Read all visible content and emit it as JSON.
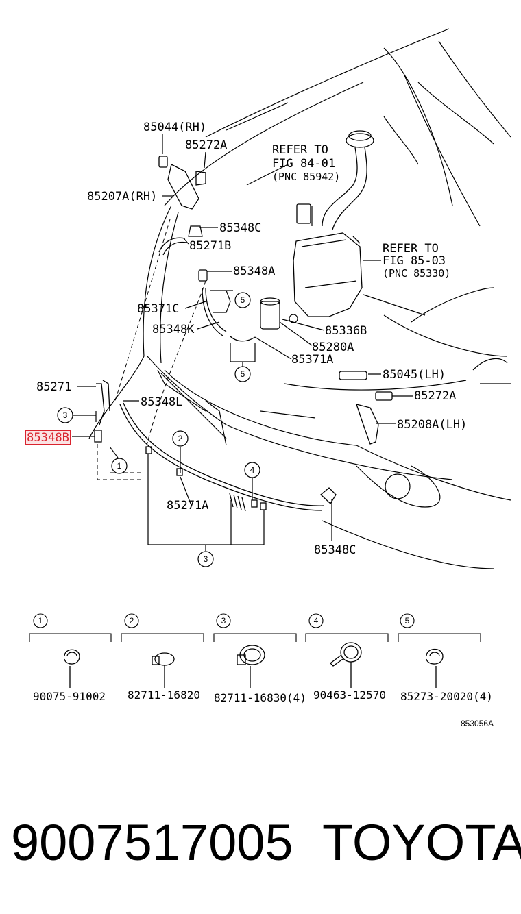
{
  "labels": {
    "l_85044rh": "85044(RH)",
    "l_85272a_top": "85272A",
    "l_85207a": "85207A(RH)",
    "l_85348c_top": "85348C",
    "l_85271b": "85271B",
    "l_85348a": "85348A",
    "l_85371c": "85371C",
    "l_85348k": "85348K",
    "l_85336b": "85336B",
    "l_85280a": "85280A",
    "l_85371a": "85371A",
    "l_85045lh": "85045(LH)",
    "l_85272a_lh": "85272A",
    "l_85208a": "85208A(LH)",
    "l_85271": "85271",
    "l_85348l": "85348L",
    "l_85348b": "85348B",
    "l_85271a": "85271A",
    "l_85348c_bottom": "85348C",
    "refer1_line1": "REFER TO",
    "refer1_line2": "FIG 84-01",
    "refer1_line3": "(PNC 85942)",
    "refer2_line1": "REFER TO",
    "refer2_line2": "FIG 85-03",
    "refer2_line3": "(PNC 85330)"
  },
  "callouts": [
    "1",
    "2",
    "3",
    "4",
    "5"
  ],
  "legend": [
    {
      "num": "1",
      "part": "90075-91002"
    },
    {
      "num": "2",
      "part": "82711-16820"
    },
    {
      "num": "3",
      "part": "82711-16830(4)"
    },
    {
      "num": "4",
      "part": "90463-12570"
    },
    {
      "num": "5",
      "part": "85273-20020(4)"
    }
  ],
  "figure_code": "853056A",
  "highlight_color": "#d9232e",
  "footer": {
    "part_number": "9007517005",
    "brand": "TOYOTA"
  }
}
